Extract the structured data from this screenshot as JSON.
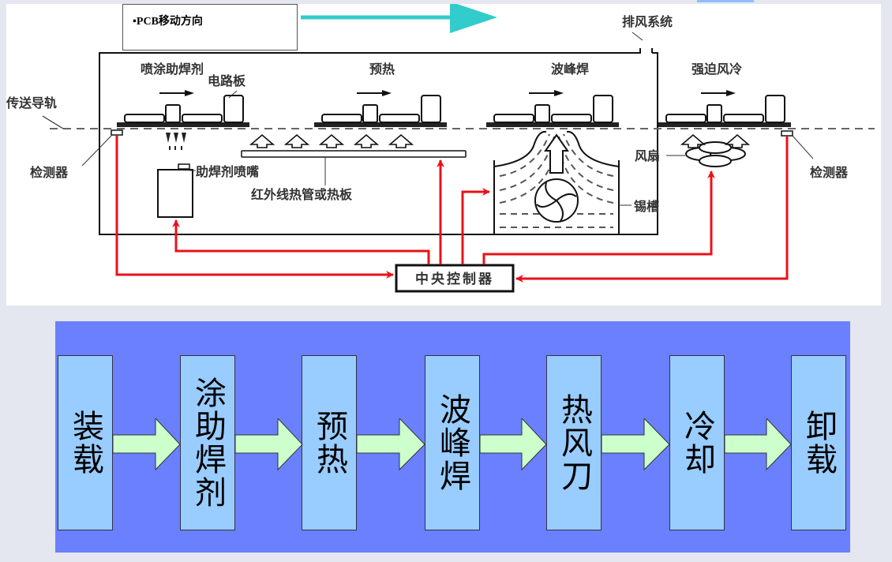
{
  "top_accent_color": "#8fbcff",
  "direction_box": {
    "label": "•PCB移动方向"
  },
  "direction_arrow": {
    "color": "#33cccc"
  },
  "diagram": {
    "exhaust_system": "排风系统",
    "zones": [
      {
        "label": "喷涂助焊剂"
      },
      {
        "label": "预热"
      },
      {
        "label": "波峰焊"
      },
      {
        "label": "强迫风冷"
      }
    ],
    "circuit_board": "电路板",
    "conveyor_rail": "传送导轨",
    "detector_left": "检测器",
    "detector_right": "检测器",
    "flux_nozzle": "助焊剂喷嘴",
    "ir_heater": "红外线热管或热板",
    "fan": "风扇",
    "solder_tank": "锡槽",
    "central_controller": "中央控制器",
    "signal_color": "#e8121a"
  },
  "flow": {
    "background": "#6a80ff",
    "box_color": "#99ccff",
    "arrow_color": "#ccffcc",
    "steps": [
      {
        "label": "装载"
      },
      {
        "label": "涂助焊剂"
      },
      {
        "label": "预热"
      },
      {
        "label": "波峰焊"
      },
      {
        "label": "热风刀"
      },
      {
        "label": "冷却"
      },
      {
        "label": "卸载"
      }
    ]
  }
}
